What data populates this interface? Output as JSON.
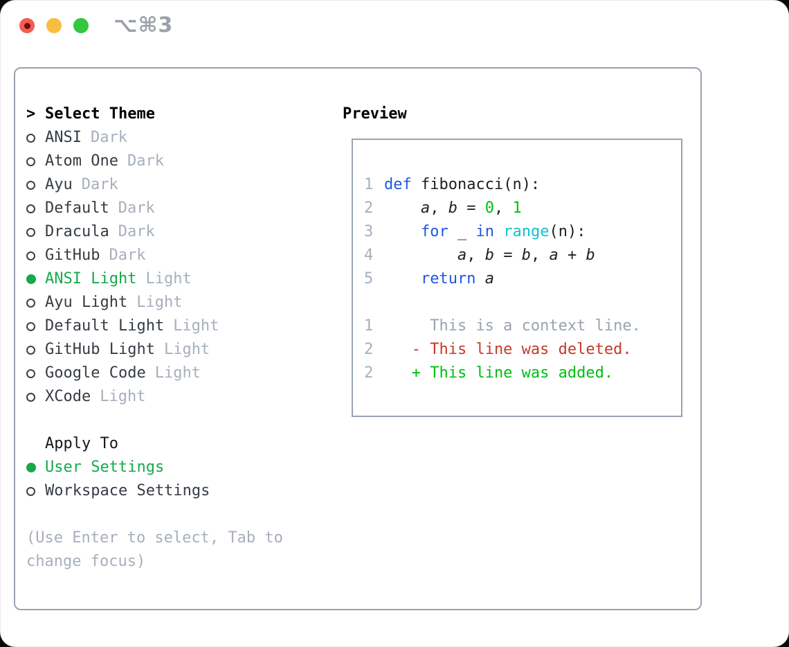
{
  "window": {
    "title": "⌥⌘3"
  },
  "colors": {
    "selected_green": "#17a94b",
    "added_green": "#00bd10",
    "deleted_red": "#c43a28",
    "keyword_blue": "#1f57e3",
    "builtin_cyan": "#10c0cb",
    "muted_gray": "#a6afbc",
    "border_gray": "#9aa3b0",
    "traffic_red": "#f25c54",
    "traffic_yellow": "#f9bd42",
    "traffic_green": "#31c73f"
  },
  "theme_list": {
    "prefix": ">",
    "header": "Select Theme",
    "items": [
      {
        "name": "ANSI",
        "variant": "Dark",
        "selected": false
      },
      {
        "name": "Atom One",
        "variant": "Dark",
        "selected": false
      },
      {
        "name": "Ayu",
        "variant": "Dark",
        "selected": false
      },
      {
        "name": "Default",
        "variant": "Dark",
        "selected": false
      },
      {
        "name": "Dracula",
        "variant": "Dark",
        "selected": false
      },
      {
        "name": "GitHub",
        "variant": "Dark",
        "selected": false
      },
      {
        "name": "ANSI Light",
        "variant": "Light",
        "selected": true
      },
      {
        "name": "Ayu Light",
        "variant": "Light",
        "selected": false
      },
      {
        "name": "Default Light",
        "variant": "Light",
        "selected": false
      },
      {
        "name": "GitHub Light",
        "variant": "Light",
        "selected": false
      },
      {
        "name": "Google Code",
        "variant": "Light",
        "selected": false
      },
      {
        "name": "XCode",
        "variant": "Light",
        "selected": false
      }
    ]
  },
  "apply_to": {
    "header": "Apply To",
    "options": [
      {
        "label": "User Settings",
        "selected": true
      },
      {
        "label": "Workspace Settings",
        "selected": false
      }
    ]
  },
  "help": {
    "line1": "(Use Enter to select, Tab to",
    "line2": "change focus)"
  },
  "preview": {
    "label": "Preview",
    "code_lines": [
      {
        "ln": "1",
        "segments": [
          "def",
          " fibonacci(n):"
        ]
      },
      {
        "ln": "2",
        "segments": [
          "    ",
          "a",
          ", ",
          "b",
          " = ",
          "0",
          ", ",
          "1"
        ]
      },
      {
        "ln": "3",
        "segments": [
          "    ",
          "for",
          " _ ",
          "in",
          " ",
          "range",
          "(n):"
        ]
      },
      {
        "ln": "4",
        "segments": [
          "        ",
          "a",
          ", ",
          "b",
          " = ",
          "b",
          ", ",
          "a",
          " + ",
          "b"
        ]
      },
      {
        "ln": "5",
        "segments": [
          "    ",
          "return",
          " ",
          "a"
        ]
      }
    ],
    "diff_lines": [
      {
        "ln": "1",
        "kind": "context",
        "text": "     This is a context line."
      },
      {
        "ln": "2",
        "kind": "deleted",
        "text": "   - This line was deleted."
      },
      {
        "ln": "2",
        "kind": "added",
        "text": "   + This line was added."
      }
    ]
  }
}
